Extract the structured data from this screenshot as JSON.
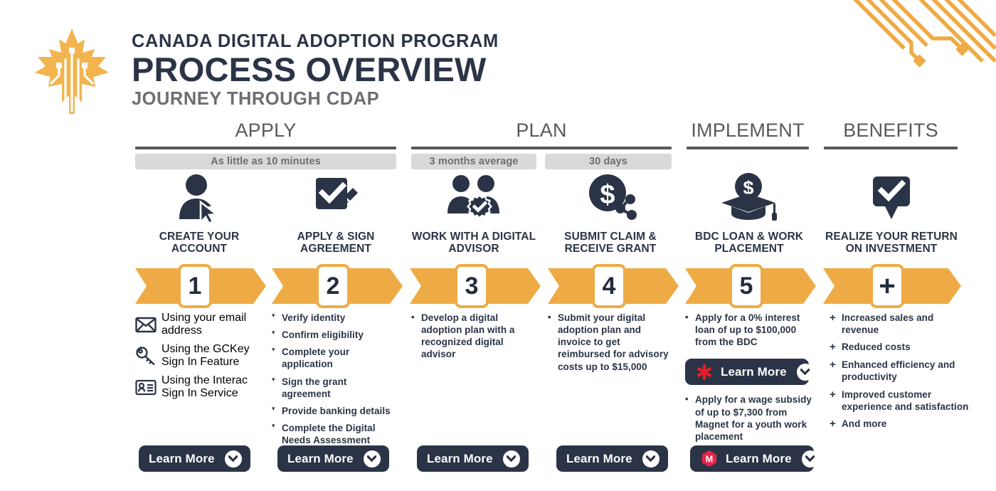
{
  "header": {
    "kicker": "CANADA DIGITAL ADOPTION PROGRAM",
    "title": "PROCESS OVERVIEW",
    "subtitle": "JOURNEY THROUGH CDAP",
    "logo_icon": "maple-leaf-circuit-logo",
    "decoration_icon": "circuit-traces-decoration"
  },
  "colors": {
    "orange": "#eeab45",
    "navy": "#2b3446",
    "gray_rule": "#58595b",
    "badge_bg": "#d9d9d9",
    "badge_text": "#6d6e71",
    "bdc_red": "#ed1c24",
    "magnet_red": "#e8244a"
  },
  "phases": [
    {
      "name": "APPLY",
      "badges": [
        "As little as 10 minutes"
      ]
    },
    {
      "name": "PLAN",
      "badges": [
        "3 months average",
        "30 days"
      ]
    },
    {
      "name": "IMPLEMENT",
      "badges": []
    },
    {
      "name": "BENEFITS",
      "badges": []
    }
  ],
  "steps": [
    {
      "number": "1",
      "icon": "person-with-cursor-icon",
      "title": "CREATE YOUR ACCOUNT",
      "marker": "icon",
      "items": [
        {
          "icon": "envelope-icon",
          "text": "Using your email address"
        },
        {
          "icon": "key-icon",
          "text": "Using the GCKey Sign In Feature"
        },
        {
          "icon": "id-card-icon",
          "text": "Using the Interac Sign In Service"
        }
      ],
      "button": {
        "label": "Learn More",
        "icon": "chevron-down-circle-icon",
        "brand": null
      }
    },
    {
      "number": "2",
      "icon": "checkbox-pencil-icon",
      "title": "APPLY & SIGN AGREEMENT",
      "marker": "triangle",
      "items": [
        {
          "text": "Verify identity"
        },
        {
          "text": "Confirm eligibility"
        },
        {
          "text": "Complete your application"
        },
        {
          "text": "Sign the grant agreement"
        },
        {
          "text": "Provide banking details"
        },
        {
          "text": "Complete the Digital Needs Assessment"
        }
      ],
      "button": {
        "label": "Learn More",
        "icon": "chevron-down-circle-icon",
        "brand": null
      }
    },
    {
      "number": "3",
      "icon": "two-people-gear-check-icon",
      "title": "WORK WITH A DIGITAL ADVISOR",
      "marker": "dot",
      "items": [
        {
          "text": "Develop a digital adoption plan with a recognized digital advisor"
        }
      ],
      "button": {
        "label": "Learn More",
        "icon": "chevron-down-circle-icon",
        "brand": null
      }
    },
    {
      "number": "4",
      "icon": "dollar-share-icon",
      "title": "SUBMIT CLAIM & RECEIVE GRANT",
      "marker": "dot",
      "items": [
        {
          "text": "Submit your digital adoption plan and invoice to get reimbursed for advisory costs up to $15,000"
        }
      ],
      "button": {
        "label": "Learn More",
        "icon": "chevron-down-circle-icon",
        "brand": null
      }
    },
    {
      "number": "5",
      "icon": "graduation-cap-dollar-icon",
      "title": "BDC LOAN & WORK PLACEMENT",
      "marker": "dot",
      "items": [
        {
          "text": "Apply for a 0% interest loan of up to $100,000 from the BDC"
        },
        {
          "text": "Apply for a wage subsidy of up to $7,300 from Magnet for a youth work placement"
        }
      ],
      "inline_button": {
        "label": "Learn More",
        "icon": "chevron-down-circle-icon",
        "brand": "bdc-asterisk-logo"
      },
      "button": {
        "label": "Learn More",
        "icon": "chevron-down-circle-icon",
        "brand": "magnet-hexagon-logo"
      }
    },
    {
      "number": "+",
      "icon": "speech-bubble-check-icon",
      "title": "REALIZE YOUR RETURN ON INVESTMENT",
      "marker": "plus",
      "items": [
        {
          "text": "Increased sales and revenue"
        },
        {
          "text": "Reduced costs"
        },
        {
          "text": "Enhanced efficiency and productivity"
        },
        {
          "text": "Improved customer experience and satisfaction"
        },
        {
          "text": "And more"
        }
      ],
      "button": null
    }
  ]
}
